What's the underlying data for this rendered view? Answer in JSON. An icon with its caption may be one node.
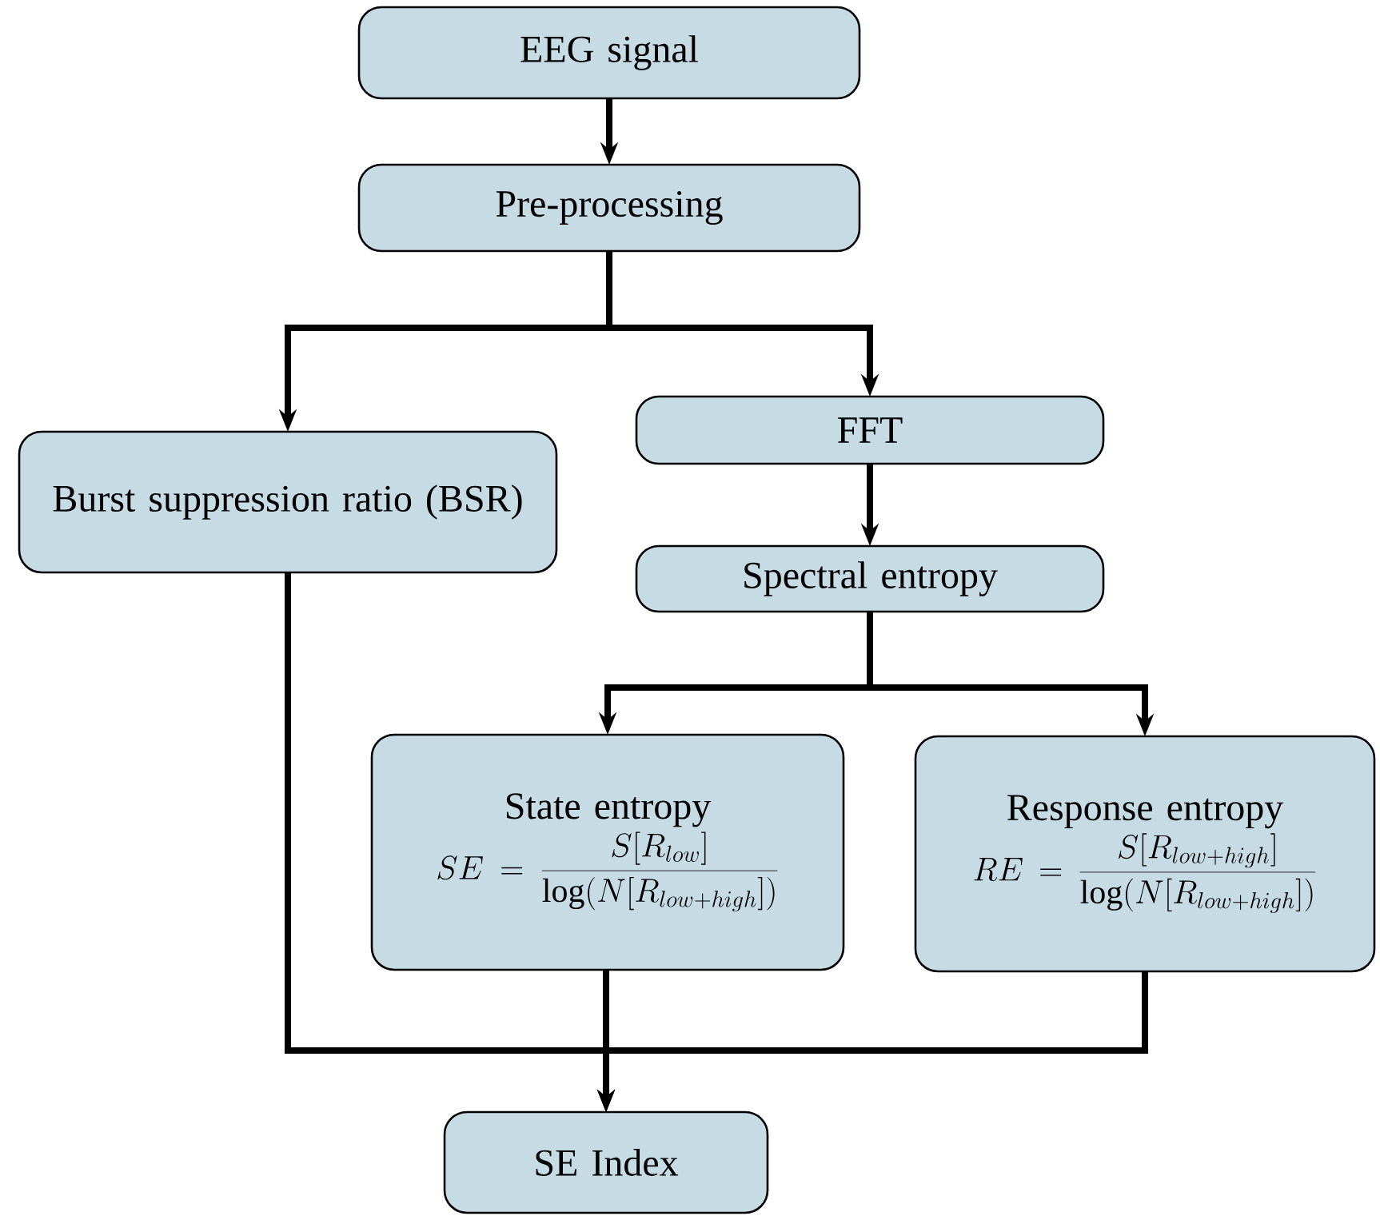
{
  "diagram": {
    "nodes": [
      {
        "text": [
          "EEG signal"
        ]
      },
      {
        "text": [
          "Pre-processing"
        ]
      },
      {
        "text": [
          "Burst suppression ratio (BSR)"
        ]
      },
      {
        "text": [
          "FFT"
        ]
      },
      {
        "text": [
          "Spectral entropy"
        ]
      },
      {
        "text": [
          "State entropy",
          "SE=\\frac{S[R_{low}]}{\\log(N[R_{low+high}])}"
        ]
      },
      {
        "text": [
          "Response entropy",
          "RE=\\frac{S[R_{low+high}]}{\\log(N[R_{low+high}])}"
        ]
      },
      {
        "text": [
          "SE Index"
        ]
      }
    ],
    "edges": [
      {
        "from": 0,
        "to": 1,
        "arrow": "to"
      },
      {
        "from": 1,
        "to": 2,
        "arrow": "to"
      },
      {
        "from": 1,
        "to": 3,
        "arrow": "to"
      },
      {
        "from": 3,
        "to": 4,
        "arrow": "to"
      },
      {
        "from": 4,
        "to": 5,
        "arrow": "to"
      },
      {
        "from": 4,
        "to": 6,
        "arrow": "to"
      },
      {
        "from": 2,
        "to": 7,
        "arrow": "to"
      },
      {
        "from": 5,
        "to": 7,
        "arrow": "to"
      },
      {
        "from": 6,
        "to": 7,
        "arrow": "to"
      }
    ]
  }
}
